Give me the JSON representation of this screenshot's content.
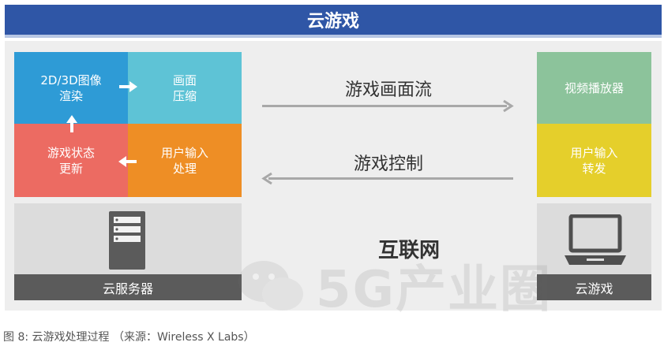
{
  "header": {
    "title": "云游戏"
  },
  "server": {
    "cells": {
      "render": "2D/3D图像\n渲染",
      "compress": "画面\n压缩",
      "update": "游戏状态\n更新",
      "input_process": "用户输入\n处理"
    },
    "label": "云服务器"
  },
  "middle": {
    "stream_label": "游戏画面流",
    "control_label": "游戏控制",
    "network_label": "互联网"
  },
  "client": {
    "player": "视频播放器",
    "input_forward": "用户输入\n转发",
    "label": "云游戏"
  },
  "watermark": "5G产业圈",
  "caption": "图 8: 云游戏处理过程    （来源：Wireless X Labs）",
  "colors": {
    "header": "#2f56a6",
    "render": "#2e9bd6",
    "compress": "#5ec3d6",
    "update": "#ec6b62",
    "input_process": "#ee8e25",
    "player": "#8cc39b",
    "input_forward": "#e5cf2b"
  }
}
